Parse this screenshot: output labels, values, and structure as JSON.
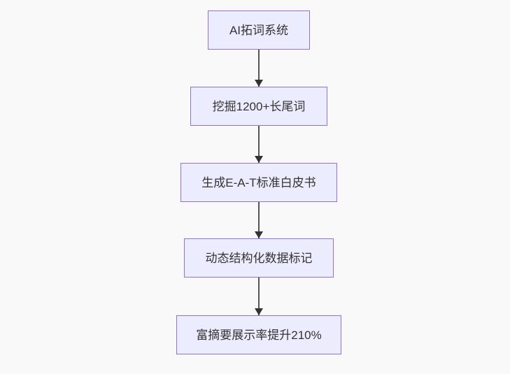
{
  "diagram": {
    "type": "flowchart",
    "direction": "top-down",
    "nodes": [
      {
        "id": "n1",
        "label": "AI拓词系统"
      },
      {
        "id": "n2",
        "label": "挖掘1200+长尾词"
      },
      {
        "id": "n3",
        "label": "生成E-A-T标准白皮书"
      },
      {
        "id": "n4",
        "label": "动态结构化数据标记"
      },
      {
        "id": "n5",
        "label": "富摘要展示率提升210%"
      }
    ],
    "edges": [
      {
        "from": "n1",
        "to": "n2",
        "arrowhead": "triangle-down"
      },
      {
        "from": "n2",
        "to": "n3",
        "arrowhead": "triangle-down"
      },
      {
        "from": "n3",
        "to": "n4",
        "arrowhead": "triangle-down"
      },
      {
        "from": "n4",
        "to": "n5",
        "arrowhead": "triangle-down"
      }
    ],
    "colors": {
      "background": "#f9f9f9",
      "node_fill": "#ECECFF",
      "node_border": "#9370DB",
      "node_text": "#333333",
      "arrow": "#333333",
      "arrow_line": "#555555"
    }
  }
}
